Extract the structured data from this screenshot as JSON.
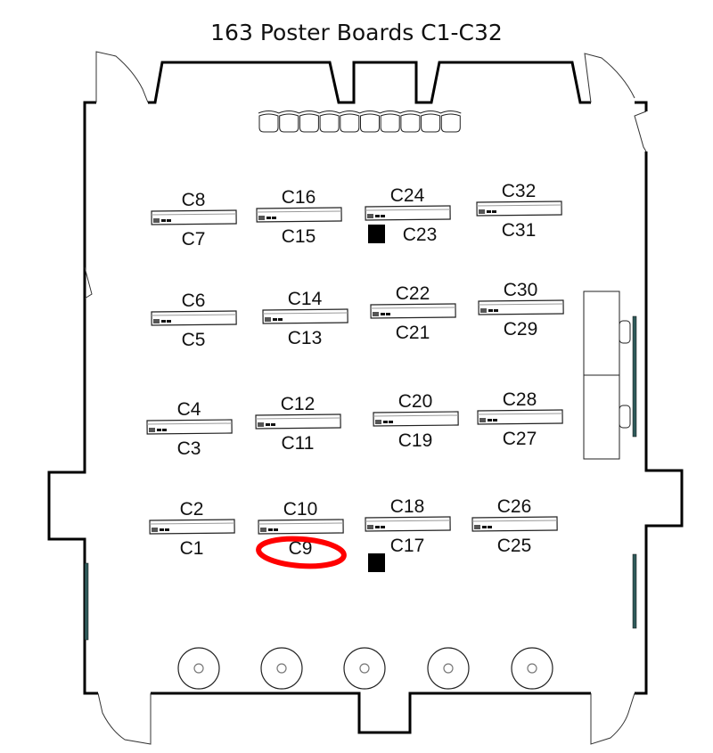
{
  "title": "163 Poster Boards C1-C32",
  "boards": [
    {
      "top": "C8",
      "bottom": "C7"
    },
    {
      "top": "C16",
      "bottom": "C15"
    },
    {
      "top": "C24",
      "bottom": "C23"
    },
    {
      "top": "C32",
      "bottom": "C31"
    },
    {
      "top": "C6",
      "bottom": "C5"
    },
    {
      "top": "C14",
      "bottom": "C13"
    },
    {
      "top": "C22",
      "bottom": "C21"
    },
    {
      "top": "C30",
      "bottom": "C29"
    },
    {
      "top": "C4",
      "bottom": "C3"
    },
    {
      "top": "C12",
      "bottom": "C11"
    },
    {
      "top": "C20",
      "bottom": "C19"
    },
    {
      "top": "C28",
      "bottom": "C27"
    },
    {
      "top": "C2",
      "bottom": "C1"
    },
    {
      "top": "C10",
      "bottom": "C9"
    },
    {
      "top": "C18",
      "bottom": "C17"
    },
    {
      "top": "C26",
      "bottom": "C25"
    }
  ],
  "highlight": {
    "label": "C9",
    "color": "#ff0000"
  },
  "colors": {
    "wall": "#000000",
    "window": "#2f5a5a"
  }
}
